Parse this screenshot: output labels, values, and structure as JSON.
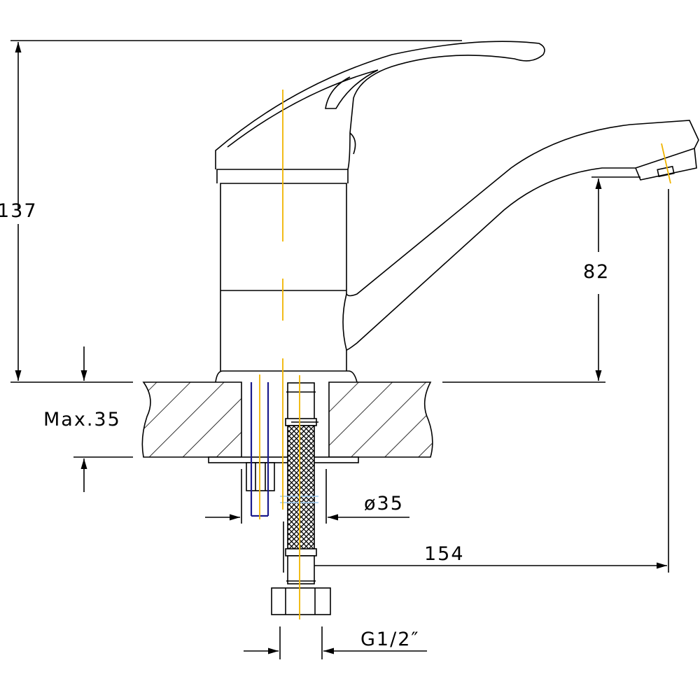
{
  "dimensions": {
    "total_height": "137",
    "spout_height": "82",
    "max_counter_thickness": "Max.35",
    "hole_diameter": "ø35",
    "spout_reach": "154",
    "connection_thread": "G1/2″"
  },
  "colors": {
    "line": "#000000",
    "centerline": "#f0b400",
    "stud": "#1a1a8c",
    "marker": "#9cc8ee"
  }
}
